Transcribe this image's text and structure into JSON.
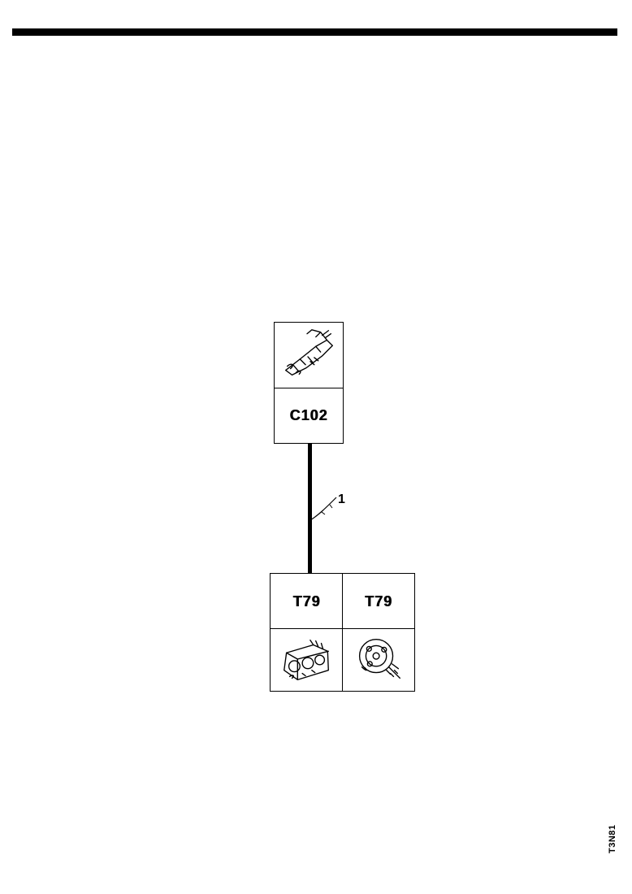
{
  "page": {
    "bg_color": "#ffffff",
    "line_color": "#000000"
  },
  "diagram": {
    "top_connector": {
      "label": "C102",
      "image": "connector-with-harness-illustration"
    },
    "wire": {
      "number_label": "1"
    },
    "bottom_connectors": [
      {
        "label": "T79",
        "image": "component-connector-side-view-illustration"
      },
      {
        "label": "T79",
        "image": "component-connector-rear-view-illustration"
      }
    ],
    "figure_code": "T3N81"
  }
}
